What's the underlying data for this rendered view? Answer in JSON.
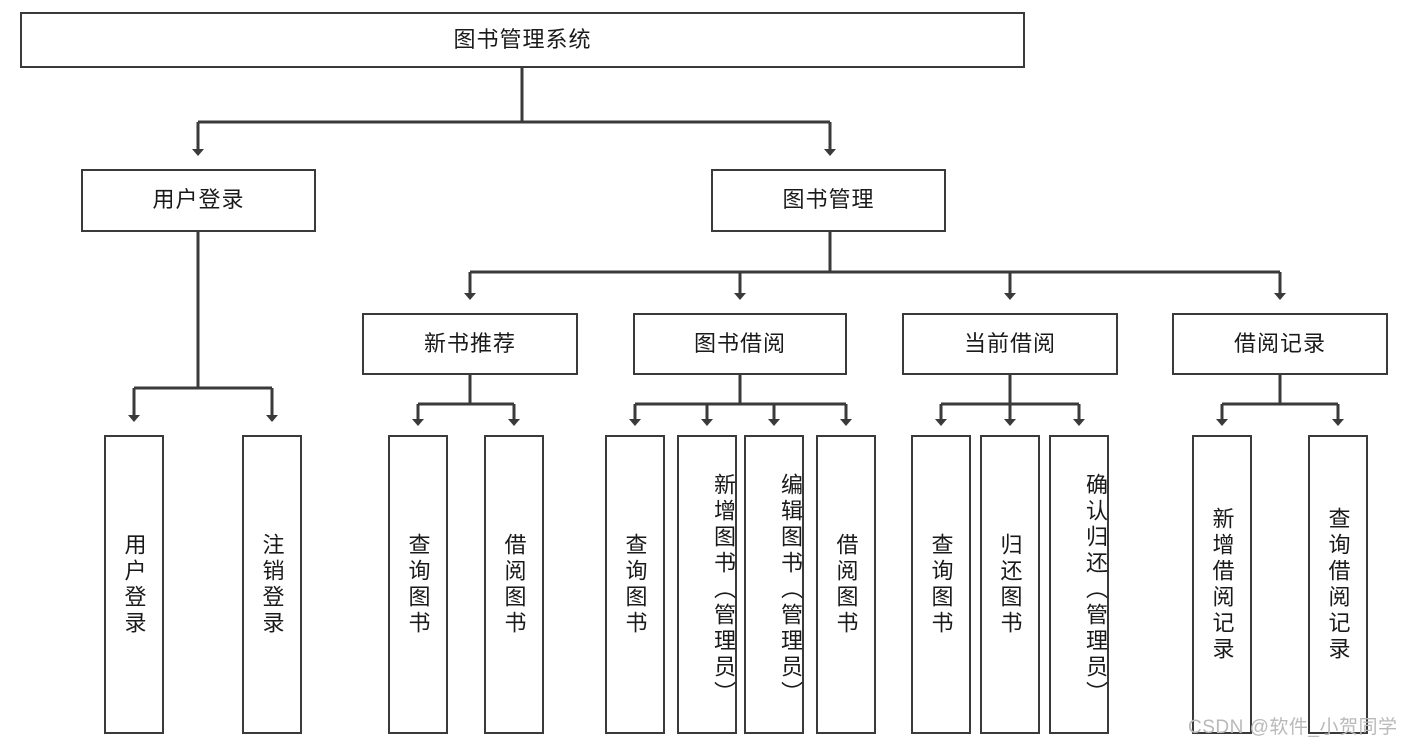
{
  "diagram": {
    "title": "图书管理系统",
    "type": "tree-hierarchy-chart",
    "watermark": "CSDN @软件_小贺同学",
    "colors": {
      "border": "#3a3a3a",
      "background": "#ffffff",
      "text": "#1a1a1a",
      "watermark": "#b9b9b9"
    },
    "root": {
      "label": "图书管理系统"
    },
    "level2": [
      {
        "label": "用户登录"
      },
      {
        "label": "图书管理"
      }
    ],
    "level3": [
      {
        "label": "新书推荐"
      },
      {
        "label": "图书借阅"
      },
      {
        "label": "当前借阅"
      },
      {
        "label": "借阅记录"
      }
    ],
    "leaves": {
      "user_login": [
        {
          "label": "用户登录"
        },
        {
          "label": "注销登录"
        }
      ],
      "new_book_recommend": [
        {
          "label": "查询图书"
        },
        {
          "label": "借阅图书"
        }
      ],
      "book_borrow": [
        {
          "label": "查询图书"
        },
        {
          "label": "新增图书（管理员）"
        },
        {
          "label": "编辑图书（管理员）"
        },
        {
          "label": "借阅图书"
        }
      ],
      "current_borrow": [
        {
          "label": "查询图书"
        },
        {
          "label": "归还图书"
        },
        {
          "label": "确认归还（管理员）"
        }
      ],
      "borrow_record": [
        {
          "label": "新增借阅记录"
        },
        {
          "label": "查询借阅记录"
        }
      ]
    }
  }
}
